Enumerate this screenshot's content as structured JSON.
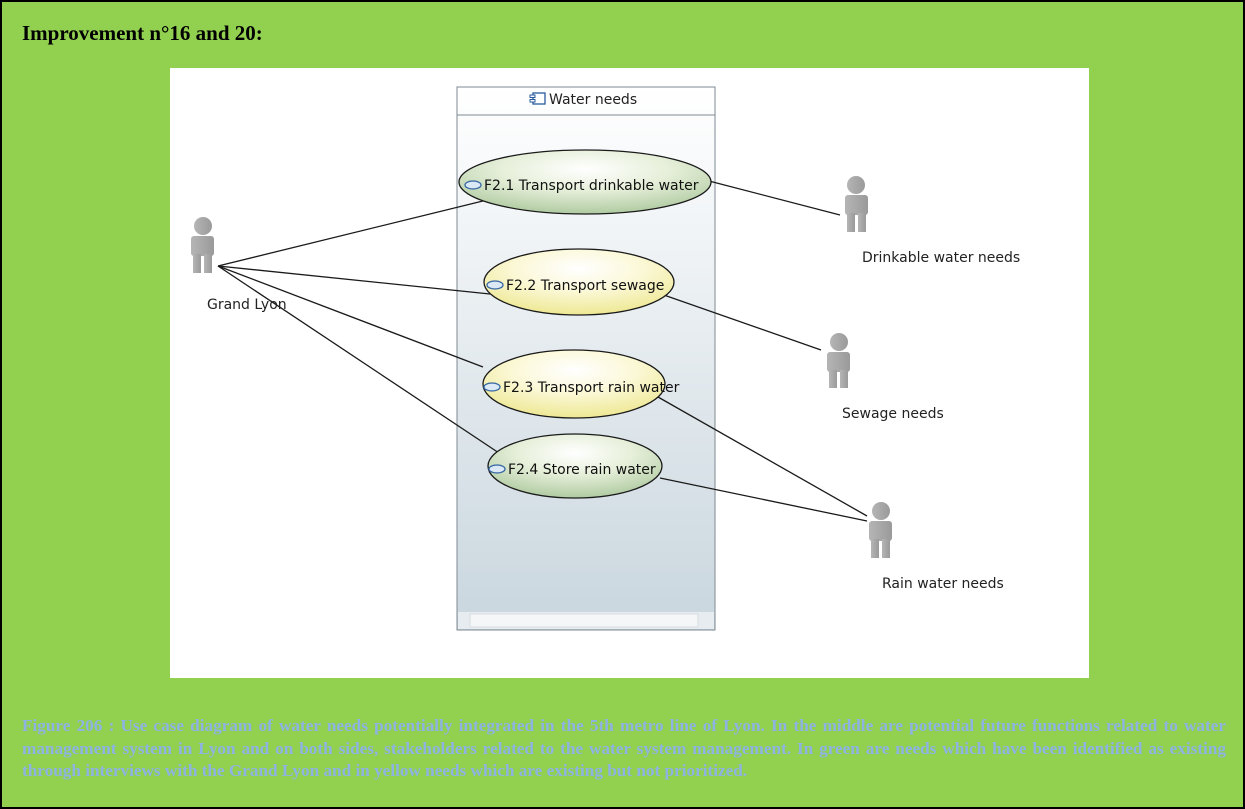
{
  "heading": "Improvement n°16 and 20:",
  "diagram": {
    "system_title": "Water needs",
    "use_cases": [
      {
        "id": "F2.1",
        "label": "F2.1 Transport drinkable water",
        "status": "identified",
        "fill": "#a8c69a"
      },
      {
        "id": "F2.2",
        "label": "F2.2 Transport sewage",
        "status": "not-prioritized",
        "fill": "#f0ec9c"
      },
      {
        "id": "F2.3",
        "label": "F2.3 Transport rain water",
        "status": "not-prioritized",
        "fill": "#f0ec9c"
      },
      {
        "id": "F2.4",
        "label": "F2.4 Store rain water",
        "status": "identified",
        "fill": "#a8c69a"
      }
    ],
    "actors": [
      {
        "id": "grand-lyon",
        "label": "Grand Lyon"
      },
      {
        "id": "drinkable",
        "label": "Drinkable water needs"
      },
      {
        "id": "sewage",
        "label": "Sewage needs"
      },
      {
        "id": "rain",
        "label": "Rain water needs"
      }
    ],
    "associations": [
      [
        "grand-lyon",
        "F2.1"
      ],
      [
        "grand-lyon",
        "F2.2"
      ],
      [
        "grand-lyon",
        "F2.3"
      ],
      [
        "grand-lyon",
        "F2.4"
      ],
      [
        "F2.1",
        "drinkable"
      ],
      [
        "F2.2",
        "sewage"
      ],
      [
        "F2.3",
        "rain"
      ],
      [
        "F2.4",
        "rain"
      ]
    ]
  },
  "caption": "Figure 206 : Use case diagram of water needs potentially integrated in the 5th metro line of Lyon. In the middle are potential future functions related to water management system in Lyon and on both sides, stakeholders related to the water system management. In green are needs which have been identified as existing through interviews with the Grand Lyon and in yellow needs which are existing but not prioritized.",
  "colors": {
    "background": "#92d050",
    "caption": "#8db3e2",
    "actor": "#a6a6a6",
    "identified": "#a8c69a",
    "not_prioritized": "#f0ec9c"
  }
}
